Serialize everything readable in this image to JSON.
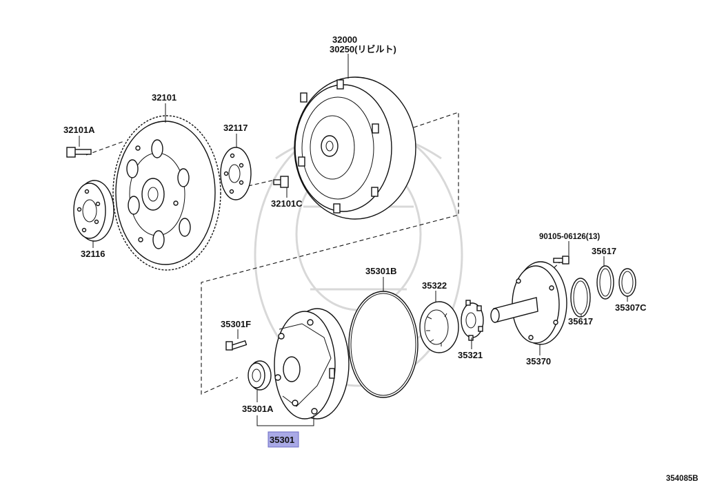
{
  "diagram": {
    "parts": [
      {
        "id": "p32000",
        "label": "32000"
      },
      {
        "id": "p30250",
        "label": "30250(リビルト)"
      },
      {
        "id": "p32101",
        "label": "32101"
      },
      {
        "id": "p32101A",
        "label": "32101A"
      },
      {
        "id": "p32117",
        "label": "32117"
      },
      {
        "id": "p32101C",
        "label": "32101C"
      },
      {
        "id": "p32116",
        "label": "32116"
      },
      {
        "id": "p90105",
        "label": "90105-06126(13)"
      },
      {
        "id": "p35617a",
        "label": "35617"
      },
      {
        "id": "p35617b",
        "label": "35617"
      },
      {
        "id": "p35307C",
        "label": "35307C"
      },
      {
        "id": "p35301B",
        "label": "35301B"
      },
      {
        "id": "p35322",
        "label": "35322"
      },
      {
        "id": "p35321",
        "label": "35321"
      },
      {
        "id": "p35370",
        "label": "35370"
      },
      {
        "id": "p35301F",
        "label": "35301F"
      },
      {
        "id": "p35301A",
        "label": "35301A"
      },
      {
        "id": "p35301",
        "label": "35301",
        "highlighted": true
      }
    ],
    "reference_code": "354085B",
    "highlight_color": "#a9a9e6"
  }
}
